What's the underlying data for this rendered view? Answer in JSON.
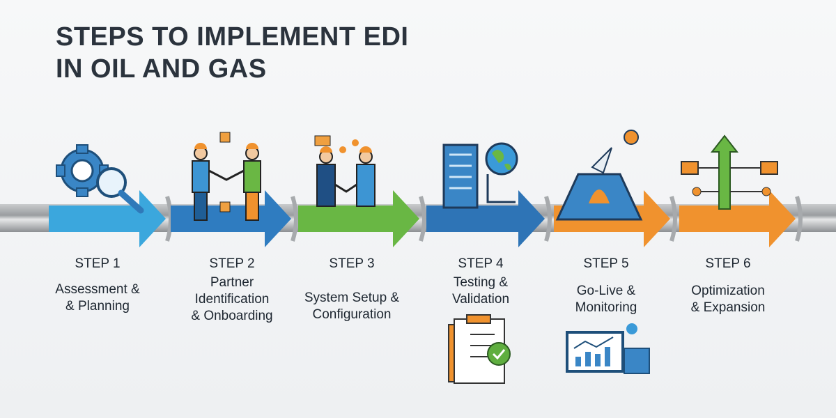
{
  "title_lines": [
    "STEPS TO IMPLEMENT EDI",
    "IN OIL AND GAS"
  ],
  "steps": [
    {
      "label": "STEP 1",
      "desc": [
        "Assessment &",
        "& Planning"
      ],
      "color": "#3ba7dd",
      "icon": "gear-magnifier-icon"
    },
    {
      "label": "STEP 2",
      "desc": [
        "Partner",
        "Identification",
        "& Onboarding"
      ],
      "color": "#2f7cc0",
      "icon": "handshake-workers-icon"
    },
    {
      "label": "STEP 3",
      "desc": [
        "System Setup &",
        "Configuration"
      ],
      "color": "#69b744",
      "icon": "team-handshake-icon"
    },
    {
      "label": "STEP 4",
      "desc": [
        "Testing &",
        "Validation"
      ],
      "color": "#2e74b6",
      "icon": "server-globe-icon"
    },
    {
      "label": "STEP 5",
      "desc": [
        "Go-Live &",
        "Monitoring"
      ],
      "color": "#f0922e",
      "icon": "rocket-launch-icon"
    },
    {
      "label": "STEP 6",
      "desc": [
        "Optimization",
        "& Expansion"
      ],
      "color": "#f0922e",
      "icon": "growth-network-icon"
    }
  ]
}
